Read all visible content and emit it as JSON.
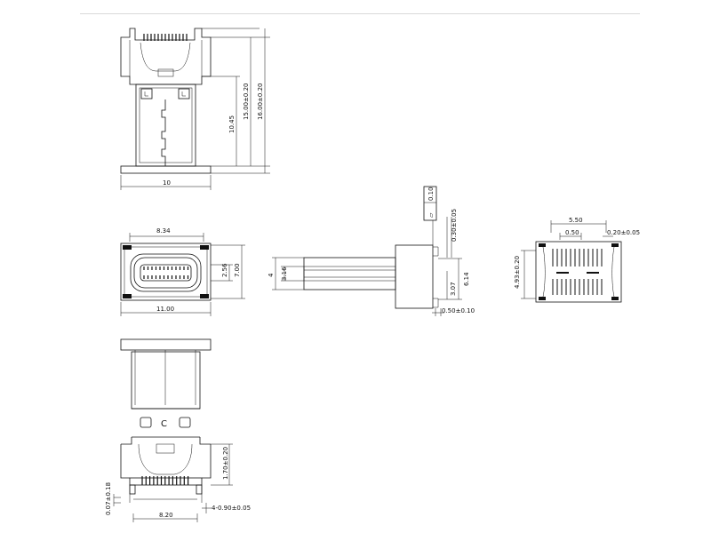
{
  "top_view": {
    "width_label": "10",
    "height_a_label": "10.45",
    "height_b_label": "15.00±0.20",
    "height_c_label": "16.00±0.20"
  },
  "front_view": {
    "opening_width_label": "8.34",
    "overall_width_label": "11.00",
    "inner_height_label": "2.56",
    "outer_height_label": "7.00"
  },
  "side_view": {
    "plug_height_label": "4",
    "plug_inner_label": "3.16",
    "flatness_symbol": "⏥",
    "flatness_value": "0.10",
    "pin_width_label": "0.30±0.05",
    "body_height_label": "6.14",
    "pin_offset_label": "3.07",
    "pin_pitch_label": "0.50±0.10"
  },
  "right_view": {
    "span_label": "5.50",
    "pitch_label": "0.50",
    "pad_label": "0.20±0.05",
    "height_label": "4.93±0.20"
  },
  "bottom_view": {
    "center_letter": "C",
    "width_label": "8.20",
    "leg_label": "1.70±0.20",
    "tab_label": "0.07±0.18",
    "pins_label": "4-0.90±0.05"
  }
}
